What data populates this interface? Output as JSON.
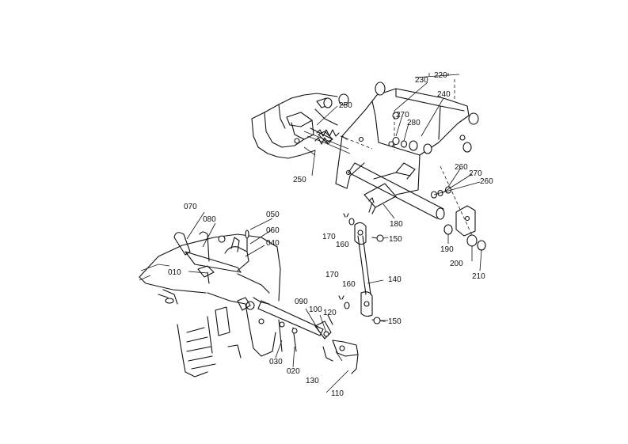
{
  "parts": [
    {
      "key": "p010",
      "label": "010"
    },
    {
      "key": "p020",
      "label": "020"
    },
    {
      "key": "p030",
      "label": "030"
    },
    {
      "key": "p040",
      "label": "040"
    },
    {
      "key": "p050",
      "label": "050"
    },
    {
      "key": "p060",
      "label": "060"
    },
    {
      "key": "p070",
      "label": "070"
    },
    {
      "key": "p080a",
      "label": "080"
    },
    {
      "key": "p090",
      "label": "090"
    },
    {
      "key": "p100",
      "label": "100"
    },
    {
      "key": "p110",
      "label": "110"
    },
    {
      "key": "p120",
      "label": "120"
    },
    {
      "key": "p130",
      "label": "130"
    },
    {
      "key": "p140",
      "label": "140"
    },
    {
      "key": "p150a",
      "label": "150"
    },
    {
      "key": "p150b",
      "label": "150"
    },
    {
      "key": "p160a",
      "label": "160"
    },
    {
      "key": "p160b",
      "label": "160"
    },
    {
      "key": "p170a",
      "label": "170"
    },
    {
      "key": "p170b",
      "label": "170"
    },
    {
      "key": "p180",
      "label": "180"
    },
    {
      "key": "p190",
      "label": "190"
    },
    {
      "key": "p200",
      "label": "200"
    },
    {
      "key": "p210",
      "label": "210"
    },
    {
      "key": "p220",
      "label": "220"
    },
    {
      "key": "p230",
      "label": "230"
    },
    {
      "key": "p240",
      "label": "240"
    },
    {
      "key": "p250a",
      "label": "250"
    },
    {
      "key": "p250b",
      "label": "250"
    },
    {
      "key": "p260a",
      "label": "260"
    },
    {
      "key": "p260b",
      "label": "260"
    },
    {
      "key": "p270a",
      "label": "270"
    },
    {
      "key": "p270b",
      "label": "270"
    },
    {
      "key": "p280a",
      "label": "280"
    }
  ]
}
